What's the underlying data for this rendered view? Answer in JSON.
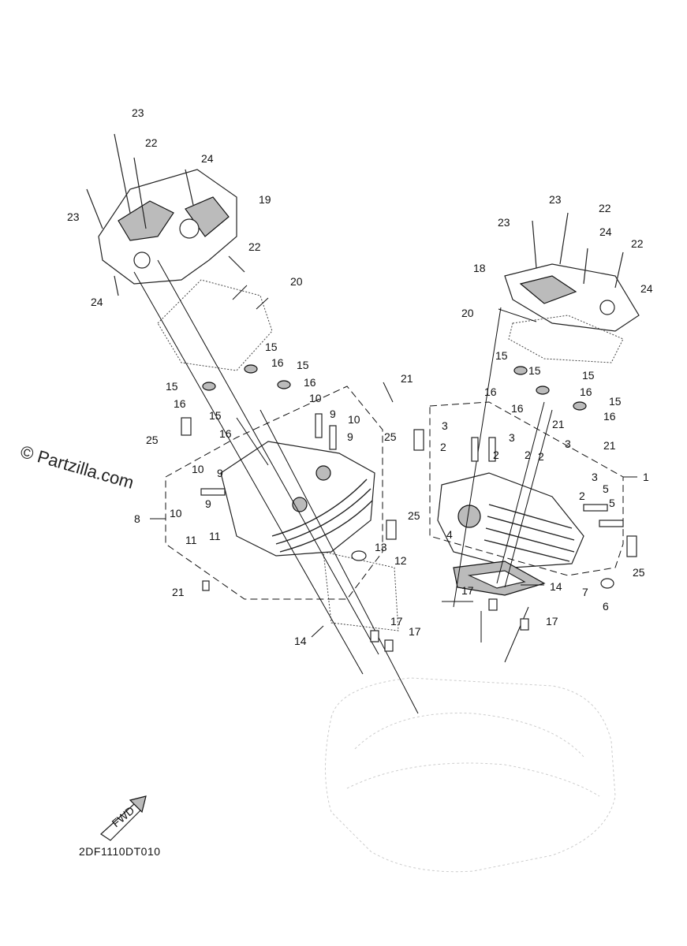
{
  "watermark": "© Partzilla.com",
  "diagram_code": "2DF1110DT010",
  "fwd_label": "FWD",
  "callouts": [
    {
      "id": "c1",
      "text": "23"
    },
    {
      "id": "c2",
      "text": "22"
    },
    {
      "id": "c3",
      "text": "24"
    },
    {
      "id": "c4",
      "text": "23"
    },
    {
      "id": "c5",
      "text": "19"
    },
    {
      "id": "c6",
      "text": "22"
    },
    {
      "id": "c7",
      "text": "24"
    },
    {
      "id": "c8",
      "text": "20"
    },
    {
      "id": "c9",
      "text": "15"
    },
    {
      "id": "c10",
      "text": "16"
    },
    {
      "id": "c11",
      "text": "15"
    },
    {
      "id": "c12",
      "text": "15"
    },
    {
      "id": "c13",
      "text": "16"
    },
    {
      "id": "c14",
      "text": "16"
    },
    {
      "id": "c15",
      "text": "15"
    },
    {
      "id": "c16",
      "text": "16"
    },
    {
      "id": "c17",
      "text": "10"
    },
    {
      "id": "c18",
      "text": "9"
    },
    {
      "id": "c19",
      "text": "10"
    },
    {
      "id": "c20",
      "text": "9"
    },
    {
      "id": "c21",
      "text": "21"
    },
    {
      "id": "c22",
      "text": "25"
    },
    {
      "id": "c23",
      "text": "10"
    },
    {
      "id": "c24",
      "text": "9"
    },
    {
      "id": "c25",
      "text": "10"
    },
    {
      "id": "c26",
      "text": "9"
    },
    {
      "id": "c27",
      "text": "8"
    },
    {
      "id": "c28",
      "text": "11"
    },
    {
      "id": "c29",
      "text": "11"
    },
    {
      "id": "c30",
      "text": "25"
    },
    {
      "id": "c31",
      "text": "13"
    },
    {
      "id": "c32",
      "text": "12"
    },
    {
      "id": "c33",
      "text": "21"
    },
    {
      "id": "c34",
      "text": "14"
    },
    {
      "id": "c35",
      "text": "17"
    },
    {
      "id": "c36",
      "text": "17"
    },
    {
      "id": "c37",
      "text": "23"
    },
    {
      "id": "c38",
      "text": "22"
    },
    {
      "id": "c39",
      "text": "23"
    },
    {
      "id": "c40",
      "text": "24"
    },
    {
      "id": "c41",
      "text": "22"
    },
    {
      "id": "c42",
      "text": "18"
    },
    {
      "id": "c43",
      "text": "24"
    },
    {
      "id": "c44",
      "text": "20"
    },
    {
      "id": "c45",
      "text": "15"
    },
    {
      "id": "c46",
      "text": "15"
    },
    {
      "id": "c47",
      "text": "15"
    },
    {
      "id": "c48",
      "text": "16"
    },
    {
      "id": "c49",
      "text": "16"
    },
    {
      "id": "c50",
      "text": "16"
    },
    {
      "id": "c51",
      "text": "15"
    },
    {
      "id": "c52",
      "text": "16"
    },
    {
      "id": "c53",
      "text": "21"
    },
    {
      "id": "c54",
      "text": "3"
    },
    {
      "id": "c55",
      "text": "3"
    },
    {
      "id": "c56",
      "text": "2"
    },
    {
      "id": "c57",
      "text": "2"
    },
    {
      "id": "c58",
      "text": "2"
    },
    {
      "id": "c59",
      "text": "21"
    },
    {
      "id": "c60",
      "text": "25"
    },
    {
      "id": "c61",
      "text": "3"
    },
    {
      "id": "c62",
      "text": "3"
    },
    {
      "id": "c63",
      "text": "2"
    },
    {
      "id": "c64",
      "text": "1"
    },
    {
      "id": "c65",
      "text": "5"
    },
    {
      "id": "c66",
      "text": "5"
    },
    {
      "id": "c67",
      "text": "4"
    },
    {
      "id": "c68",
      "text": "14"
    },
    {
      "id": "c69",
      "text": "25"
    },
    {
      "id": "c70",
      "text": "7"
    },
    {
      "id": "c71",
      "text": "6"
    },
    {
      "id": "c72",
      "text": "17"
    },
    {
      "id": "c73",
      "text": "17"
    }
  ]
}
